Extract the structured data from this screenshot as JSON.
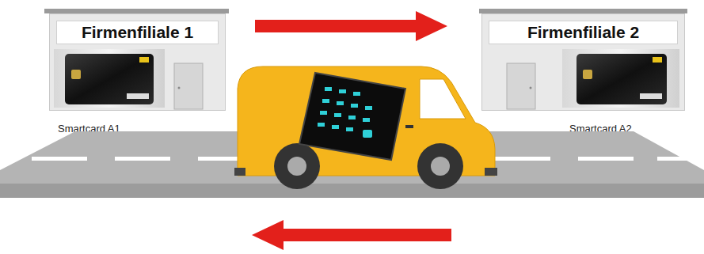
{
  "diagram": {
    "nodes": [
      {
        "text": [
          "Firmenfiliale 1",
          "Smartcard A1"
        ]
      },
      {
        "text": [
          "Firmenfiliale 2",
          "Smartcard A2"
        ]
      }
    ],
    "edges": [
      {
        "from": 0,
        "to": 1,
        "arrow": "to"
      },
      {
        "from": 1,
        "to": 0,
        "arrow": "to"
      }
    ]
  }
}
